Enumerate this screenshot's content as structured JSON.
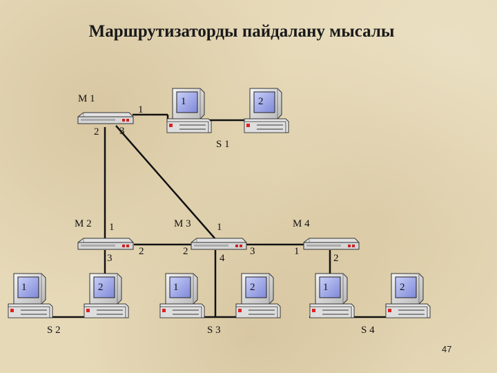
{
  "title": "Маршрутизаторды пайдалану мысалы",
  "page_number": "47",
  "routers": [
    {
      "name": "М 1",
      "ports": [
        "1",
        "2",
        "3"
      ]
    },
    {
      "name": "М 2",
      "ports": [
        "1",
        "3"
      ]
    },
    {
      "name": "М 3",
      "ports": [
        "1",
        "2",
        "3",
        "4"
      ]
    },
    {
      "name": "М 4",
      "ports": [
        "1",
        "2"
      ]
    }
  ],
  "segments": [
    {
      "name": "S 1",
      "computers": [
        "1",
        "2"
      ]
    },
    {
      "name": "S 2",
      "computers": [
        "1",
        "2"
      ]
    },
    {
      "name": "S 3",
      "computers": [
        "1",
        "2"
      ]
    },
    {
      "name": "S 4",
      "computers": [
        "1",
        "2"
      ]
    }
  ]
}
